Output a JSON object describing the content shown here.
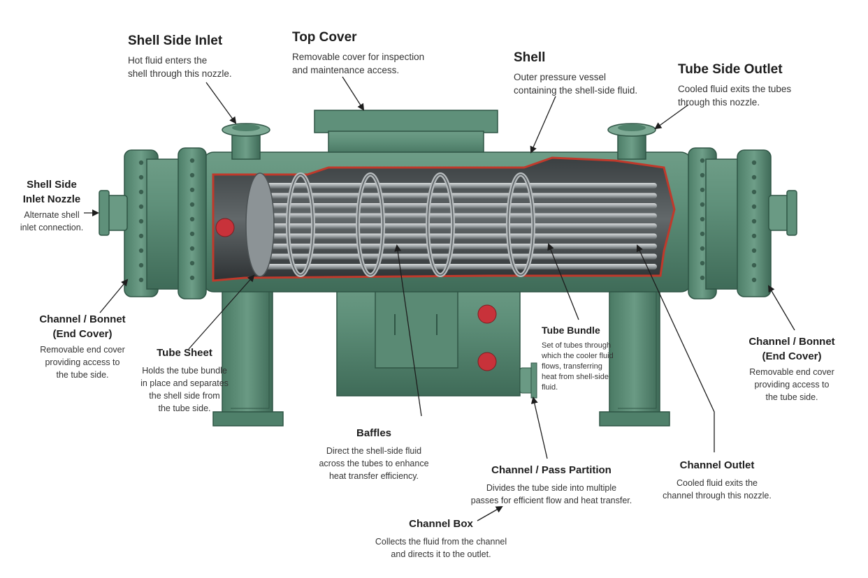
{
  "labels": {
    "shell_side_inlet": {
      "title": "Shell Side Inlet",
      "desc": "Hot fluid enters the\nshell through this nozzle."
    },
    "top_cover": {
      "title": "Top Cover",
      "desc": "Removable cover for inspection\nand maintenance access."
    },
    "shell": {
      "title": "Shell",
      "desc": "Outer pressure vessel\ncontaining the shell-side fluid."
    },
    "tube_side_outlet": {
      "title": "Tube Side Outlet",
      "desc": "Cooled fluid exits the tubes\nthrough this nozzle."
    },
    "shell_side_inlet_nozzle": {
      "title": "Shell Side\nInlet Nozzle",
      "desc": "Alternate shell\ninlet connection."
    },
    "channel_bonnet_left": {
      "title": "Channel / Bonnet\n(End Cover)",
      "desc": "Removable end cover\nproviding access to\nthe tube side."
    },
    "tube_sheet": {
      "title": "Tube Sheet",
      "desc": "Holds the tube bundle\nin place and separates\nthe shell side from\nthe tube side."
    },
    "tube_bundle": {
      "title": "Tube Bundle",
      "desc": "Set of tubes through\nwhich the cooler fluid\nflows, transferring\nheat from shell-side\nfluid."
    },
    "channel_bonnet_right": {
      "title": "Channel / Bonnet\n(End Cover)",
      "desc": "Removable end cover\nproviding access to\nthe tube side."
    },
    "baffles": {
      "title": "Baffles",
      "desc": "Direct the shell-side fluid\nacross the tubes to enhance\nheat transfer efficiency."
    },
    "channel_pass_partition": {
      "title": "Channel / Pass Partition",
      "desc": "Divides the tube side into multiple\npasses for efficient flow and heat transfer."
    },
    "channel_outlet": {
      "title": "Channel Outlet",
      "desc": "Cooled fluid exits the\nchannel through this nozzle."
    },
    "channel_box": {
      "title": "Channel Box",
      "desc": "Collects the fluid from the channel\nand directs it to the outlet."
    }
  },
  "colors": {
    "body_green": "#5f907a",
    "dark_green": "#3f6d59",
    "light_green": "#7eaa95",
    "red_cut": "#c0392b",
    "tube_grey": "#9aa0a3",
    "port_red": "#c8323a"
  }
}
